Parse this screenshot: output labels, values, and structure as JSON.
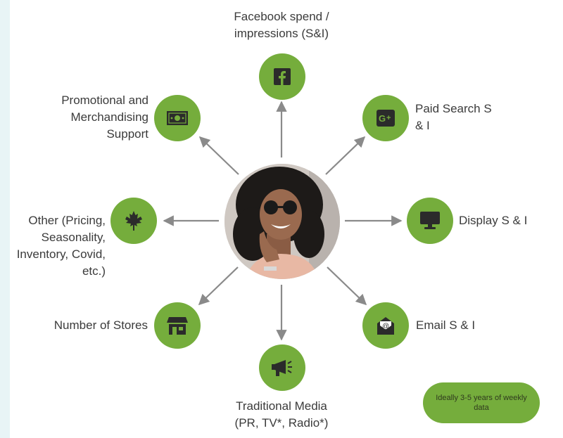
{
  "nodes": {
    "facebook": {
      "label_lines": [
        "Facebook spend /",
        "impressions (S&I)"
      ],
      "icon": "facebook-icon"
    },
    "paid_search": {
      "label_lines": [
        "Paid Search S",
        "& I"
      ],
      "icon": "google-plus-icon"
    },
    "display": {
      "label_lines": [
        "Display S & I"
      ],
      "icon": "monitor-icon"
    },
    "email": {
      "label_lines": [
        "Email S & I"
      ],
      "icon": "email-icon"
    },
    "traditional": {
      "label_lines": [
        "Traditional Media",
        "(PR, TV*, Radio*)"
      ],
      "icon": "megaphone-icon"
    },
    "stores": {
      "label_lines": [
        "Number of Stores"
      ],
      "icon": "store-icon"
    },
    "other": {
      "label_lines": [
        "Other (Pricing,",
        "Seasonality,",
        "Inventory, Covid,",
        "etc.)"
      ],
      "icon": "maple-leaf-icon"
    },
    "promo": {
      "label_lines": [
        "Promotional and",
        "Merchandising",
        "Support"
      ],
      "icon": "money-icon"
    }
  },
  "note": {
    "text": "Ideally 3-5 years of weekly data"
  },
  "colors": {
    "node_green": "#75ad3c",
    "arrow_gray": "#8a8a8a",
    "text": "#3b3b3b"
  }
}
